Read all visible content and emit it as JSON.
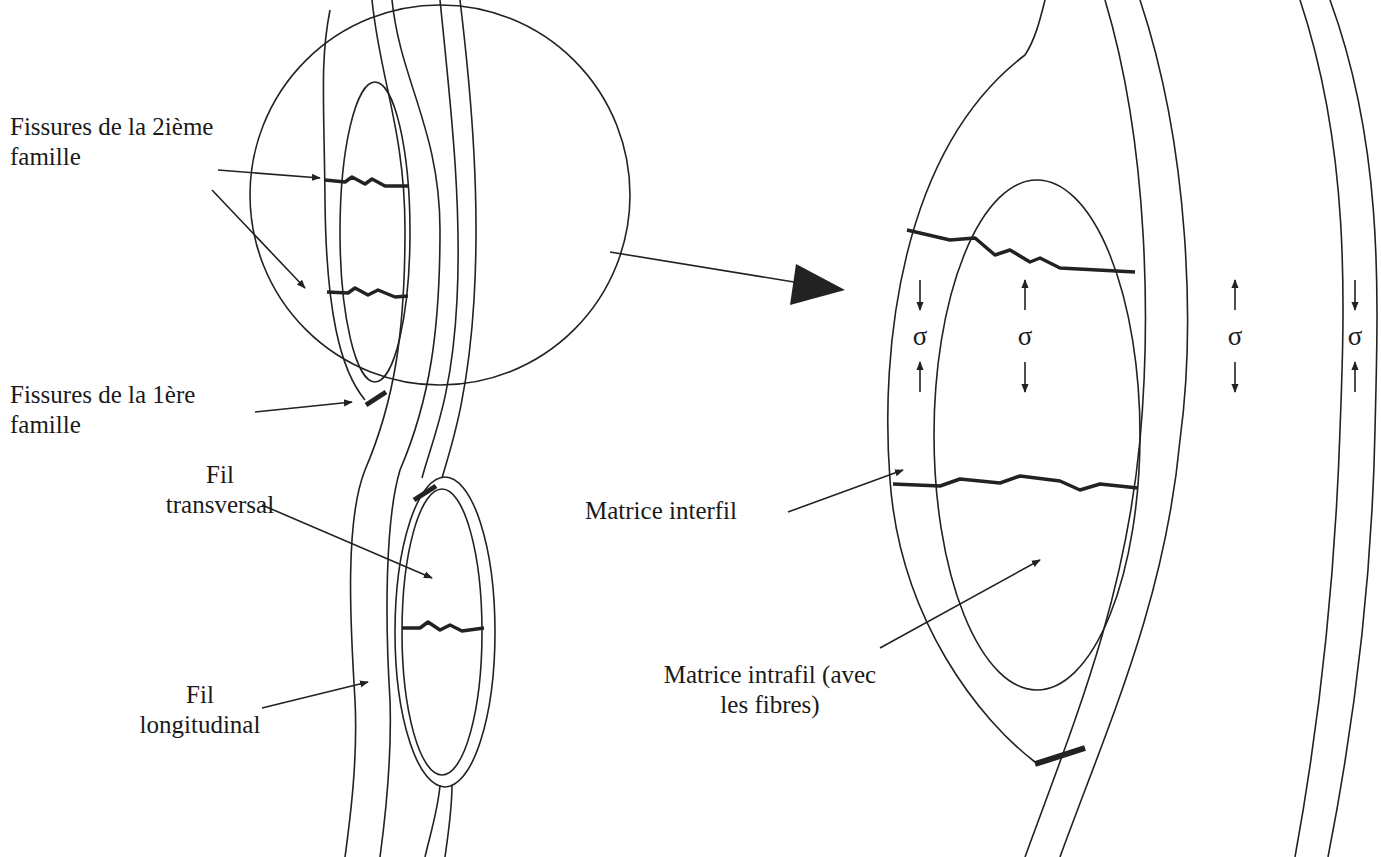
{
  "diagram": {
    "labels": [
      "Fissures de la 2ième famille",
      "Fissures de la 1ère famille",
      "Matrice interfil",
      "Fil transversal",
      "Matrice intrafil (avec les fibres)",
      "Fil longitudinal",
      "σ",
      "σ",
      "σ",
      "σ"
    ]
  }
}
